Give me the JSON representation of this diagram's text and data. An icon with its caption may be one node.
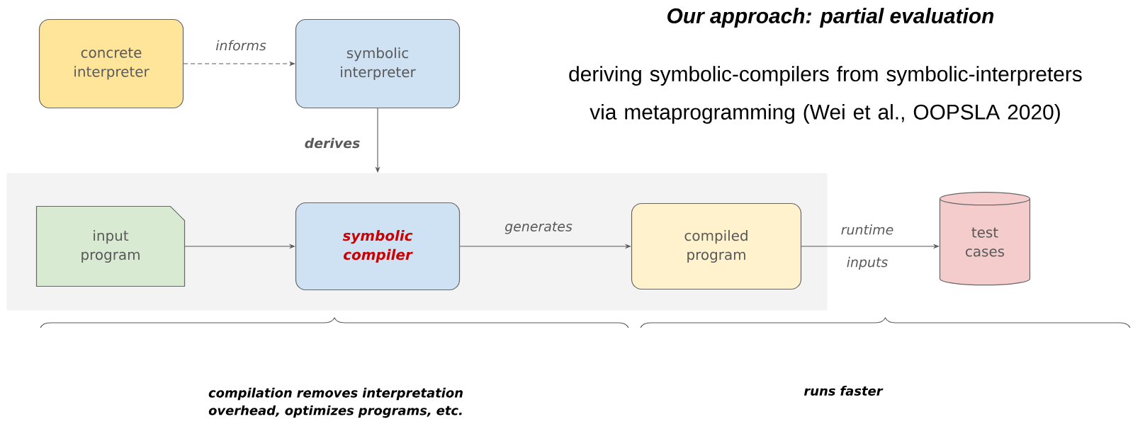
{
  "diagram": {
    "title": "Our approach: partial evaluation",
    "nodes": [
      {
        "text": [
          "concrete interpreter"
        ]
      },
      {
        "text": [
          "symbolic interpreter"
        ]
      },
      {
        "text": [],
        "shape": "box"
      },
      {
        "text": [
          "input program"
        ],
        "in": 2
      },
      {
        "text": [
          "symbolic compiler"
        ],
        "in": 2
      },
      {
        "text": [
          "compiled program"
        ],
        "in": 2
      },
      {
        "text": [
          "test cases"
        ]
      }
    ],
    "edges": [
      {
        "from": 0,
        "to": 1,
        "arrow": "to",
        "label": "informs",
        "style": "dashed"
      },
      {
        "from": 1,
        "to": 2,
        "arrow": "to",
        "label": "derives"
      },
      {
        "from": 3,
        "to": 4,
        "arrow": "to"
      },
      {
        "from": 4,
        "to": 5,
        "arrow": "to",
        "label": "generates"
      },
      {
        "from": 5,
        "to": 6,
        "arrow": "to",
        "label": "runtime inputs"
      }
    ],
    "labels": [
      "deriving symbolic-compilers from symbolic-interpreters via metaprogramming (Wei et al., OOPSLA 2020)",
      "compilation removes interpretation overhead, optimizes programs, etc.",
      "runs faster"
    ]
  }
}
